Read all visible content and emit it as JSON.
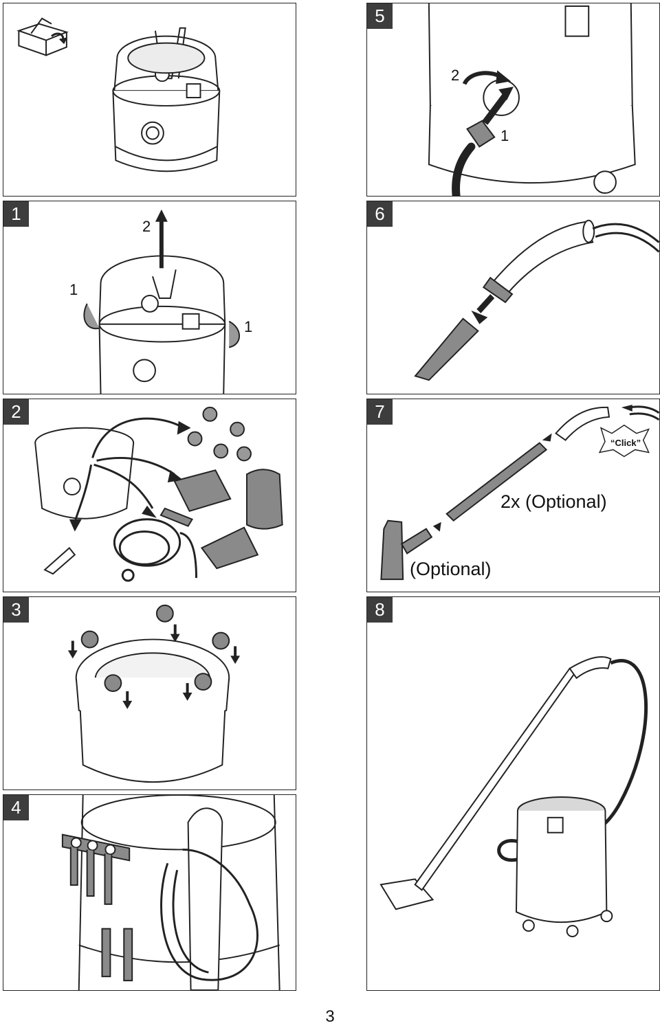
{
  "page": {
    "number": "3"
  },
  "panels": [
    {
      "id": "unpack",
      "step": "",
      "icon": "unpack-box-icon"
    },
    {
      "id": "p1",
      "step": "1",
      "callouts": [
        "2",
        "1",
        "1"
      ]
    },
    {
      "id": "p2",
      "step": "2"
    },
    {
      "id": "p3",
      "step": "3"
    },
    {
      "id": "p4",
      "step": "4"
    },
    {
      "id": "p5",
      "step": "5",
      "callouts": [
        "2",
        "1"
      ]
    },
    {
      "id": "p6",
      "step": "6"
    },
    {
      "id": "p7",
      "step": "7",
      "click": "“Click”",
      "optional_2x": "2x (Optional)",
      "optional": "(Optional)"
    },
    {
      "id": "p8",
      "step": "8"
    }
  ],
  "colors": {
    "line": "#222222",
    "badge": "#3d3d3d",
    "shade": "#8a8a8a",
    "light": "#e6e6e6"
  }
}
